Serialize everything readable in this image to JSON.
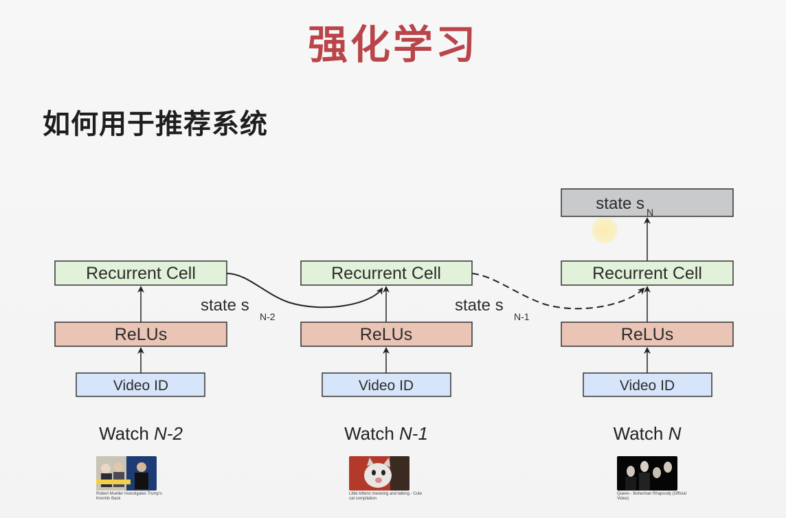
{
  "title": "强化学习",
  "subtitle": "如何用于推荐系统",
  "diagram": {
    "top_state": {
      "text": "state s",
      "sub": "N"
    },
    "columns": [
      {
        "recurrent": "Recurrent Cell",
        "relus": "ReLUs",
        "video": "Video ID",
        "watch_prefix": "Watch ",
        "watch_var": "N-2",
        "thumb_caption": "Robert Mueller Investigates Trump's Kremlin Back"
      },
      {
        "recurrent": "Recurrent Cell",
        "relus": "ReLUs",
        "video": "Video ID",
        "watch_prefix": "Watch ",
        "watch_var": "N-1",
        "thumb_caption": "Little kittens meowing and talking - Cute cat compilation"
      },
      {
        "recurrent": "Recurrent Cell",
        "relus": "ReLUs",
        "video": "Video ID",
        "watch_prefix": "Watch ",
        "watch_var": "N",
        "thumb_caption": "Queen - Bohemian Rhapsody (Official Video)"
      }
    ],
    "state_labels": [
      {
        "text": "state s",
        "sub": "N-2",
        "line": "solid"
      },
      {
        "text": "state s",
        "sub": "N-1",
        "line": "dashed"
      }
    ]
  },
  "colors": {
    "title": "#b9454a",
    "recurrent_fill": "#e2f1da",
    "relu_fill": "#eac4b5",
    "video_fill": "#d7e5fa",
    "state_fill": "#c9cacc"
  }
}
